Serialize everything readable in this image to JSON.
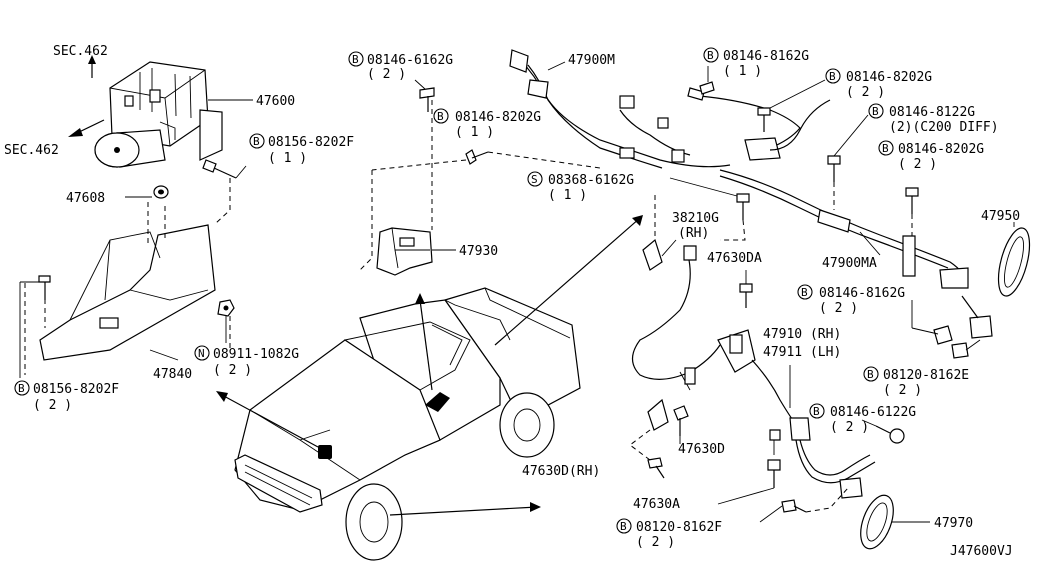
{
  "diagram_code": "J47600VJ",
  "labels": {
    "sec462_top": "SEC.462",
    "sec462_left": "SEC.462",
    "p47600": "47600",
    "p47608": "47608",
    "p47840": "47840",
    "p47930": "47930",
    "p47900m": "47900M",
    "p47900ma": "47900MA",
    "p47950": "47950",
    "p38210g": "38210G",
    "p38210g_sub": "(RH)",
    "p47630da": "47630DA",
    "p47910": "47910 (RH)",
    "p47911": "47911 (LH)",
    "p47630d": "47630D",
    "p47630d_rh": "47630D(RH)",
    "p47630a": "47630A",
    "p47970": "47970"
  },
  "bolts": {
    "b_08156_8202f_1": {
      "prefix": "B",
      "code": "08156-8202F",
      "qty": "( 1 )"
    },
    "b_08156_8202f_2": {
      "prefix": "B",
      "code": "08156-8202F",
      "qty": "( 2 )"
    },
    "n_08911_1082g": {
      "prefix": "N",
      "code": "08911-1082G",
      "qty": "( 2 )"
    },
    "b_08146_6162g": {
      "prefix": "B",
      "code": "08146-6162G",
      "qty": "( 2 )"
    },
    "b_08146_8202g_a": {
      "prefix": "B",
      "code": "08146-8202G",
      "qty": "( 1 )"
    },
    "b_08146_8162g_top": {
      "prefix": "B",
      "code": "08146-8162G",
      "qty": "( 1 )"
    },
    "b_08146_8202g_b": {
      "prefix": "B",
      "code": "08146-8202G",
      "qty": "( 2 )"
    },
    "b_08146_8122g": {
      "prefix": "B",
      "code": "08146-8122G",
      "qty": "(2)(C200 DIFF)"
    },
    "b_08146_8202g_c": {
      "prefix": "B",
      "code": "08146-8202G",
      "qty": "( 2 )"
    },
    "s_08368_6162g": {
      "prefix": "S",
      "code": "08368-6162G",
      "qty": "( 1 )"
    },
    "b_08146_8162g_mid": {
      "prefix": "B",
      "code": "08146-8162G",
      "qty": "( 2 )"
    },
    "b_08120_8162e": {
      "prefix": "B",
      "code": "08120-8162E",
      "qty": "( 2 )"
    },
    "b_08146_6122g": {
      "prefix": "B",
      "code": "08146-6122G",
      "qty": "( 2 )"
    },
    "b_08120_8162f": {
      "prefix": "B",
      "code": "08120-8162F",
      "qty": "( 2 )"
    }
  }
}
